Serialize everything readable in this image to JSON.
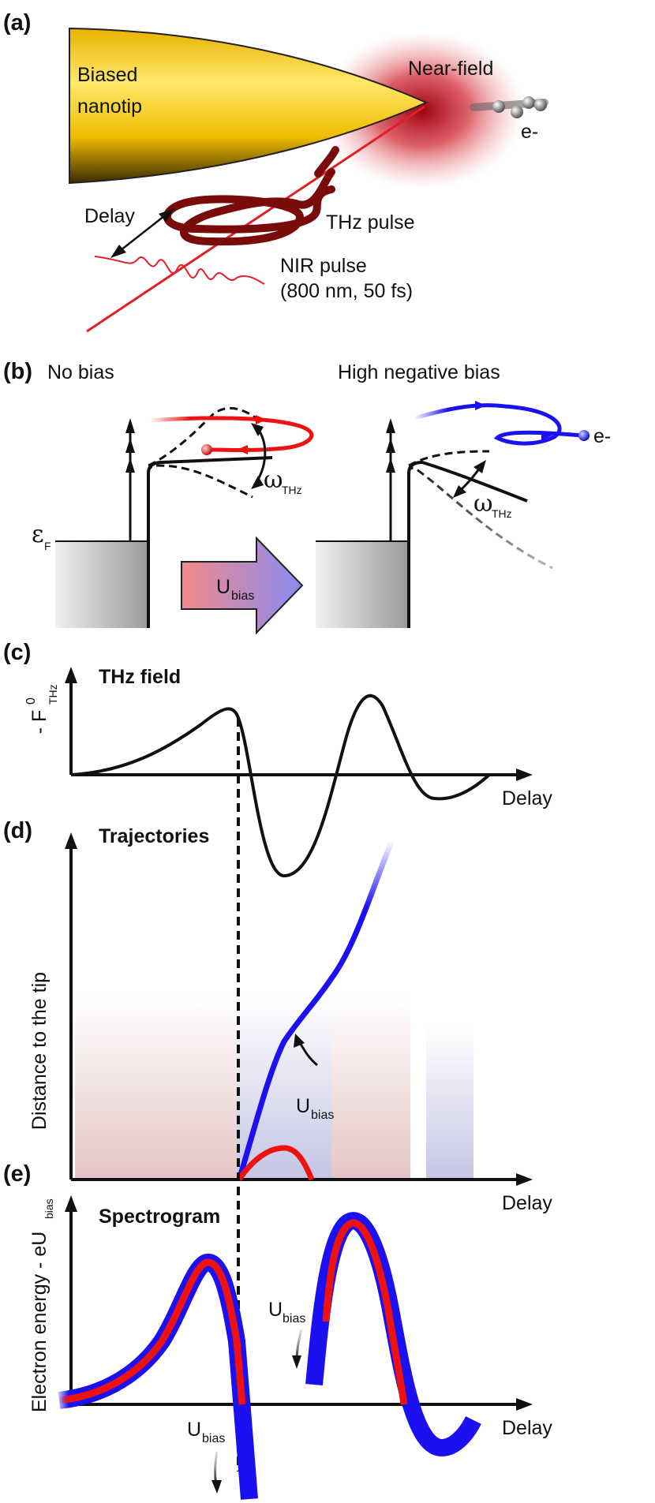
{
  "panels": {
    "a": {
      "letter": "(a)",
      "tip_label_1": "Biased",
      "tip_label_2": "nanotip",
      "near_field": "Near-field",
      "electron": "e-",
      "delay": "Delay",
      "thz_pulse": "THz pulse",
      "nir_pulse": "NIR pulse",
      "nir_params": "(800 nm, 50 fs)"
    },
    "b": {
      "letter": "(b)",
      "no_bias": "No bias",
      "high_bias": "High negative bias",
      "fermi_symbol": "ε",
      "fermi_sub": "F",
      "omega": "ω",
      "omega_sub": "THz",
      "u_main": "U",
      "u_sub": "bias",
      "electron": "e-"
    },
    "c": {
      "letter": "(c)",
      "title": "THz field",
      "ylabel_prefix": "- F",
      "ylabel_sup": "0",
      "ylabel_sub": "THz",
      "xlabel": "Delay"
    },
    "d": {
      "letter": "(d)",
      "title": "Trajectories",
      "ylabel": "Distance to the tip",
      "xlabel": "Delay",
      "u_main": "U",
      "u_sub": "bias"
    },
    "e": {
      "letter": "(e)",
      "title": "Spectrogram",
      "ylabel_main": "Electron energy - eU",
      "ylabel_sub": "bias",
      "xlabel": "Delay",
      "u_main": "U",
      "u_sub": "bias"
    }
  },
  "colors": {
    "tip_gold": "#f5c400",
    "near_field_red": "#b3121b",
    "laser_red": "#e31e24",
    "thz_dark_red": "#7a0b0b",
    "trajectory_blue": "#1a10f0",
    "trajectory_red": "#ee1111",
    "metal_gray": "#9a9a9a"
  }
}
